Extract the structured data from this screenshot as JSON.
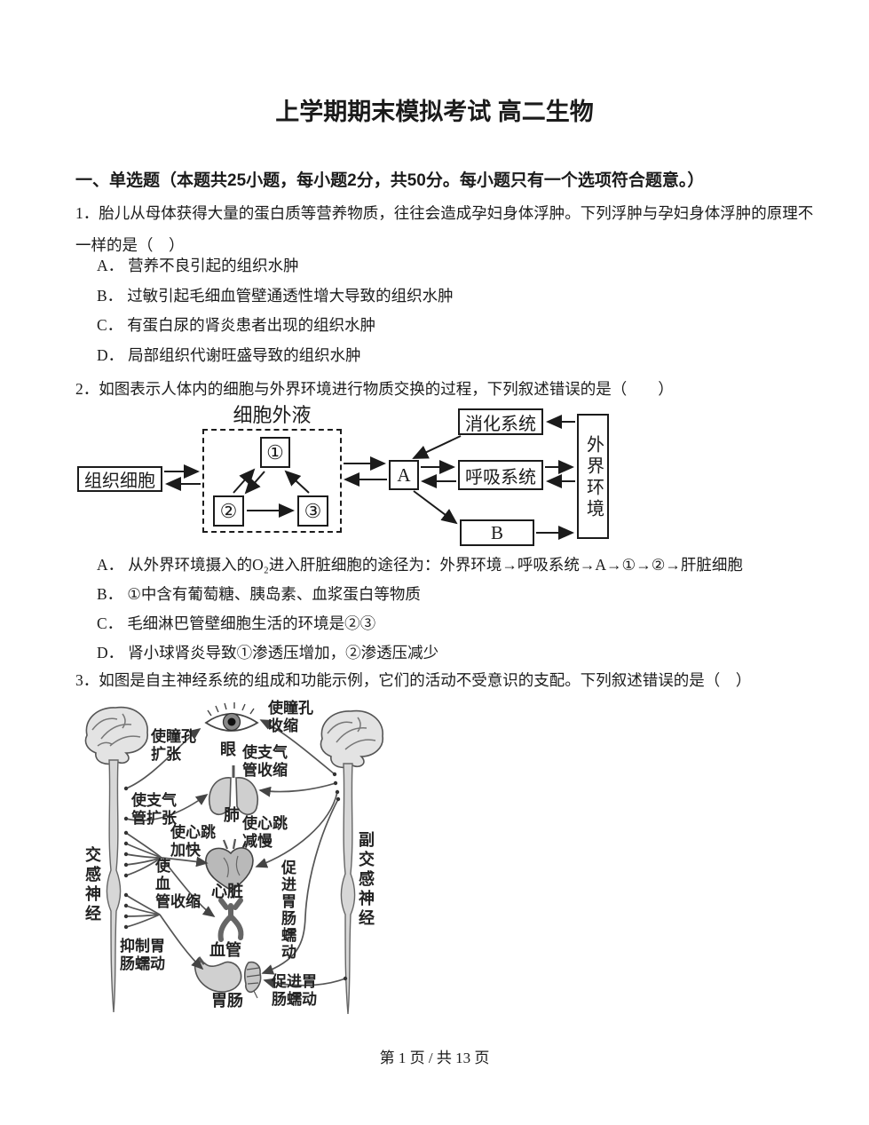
{
  "page": {
    "title": "上学期期末模拟考试 高二生物",
    "footer": "第 1 页 / 共 13 页"
  },
  "section1": {
    "heading": "一、单选题（本题共25小题，每小题2分，共50分。每小题只有一个选项符合题意。）"
  },
  "q1": {
    "stem_line1": "1．胎儿从母体获得大量的蛋白质等营养物质，往往会造成孕妇身体浮肿。下列浮肿与孕妇身体浮肿的原理不",
    "stem_line2": "一样的是（　）",
    "options": [
      {
        "label": "A．",
        "text": "营养不良引起的组织水肿"
      },
      {
        "label": "B．",
        "text": "过敏引起毛细血管壁通透性增大导致的组织水肿"
      },
      {
        "label": "C．",
        "text": "有蛋白尿的肾炎患者出现的组织水肿"
      },
      {
        "label": "D．",
        "text": "局部组织代谢旺盛导致的组织水肿"
      }
    ]
  },
  "q2": {
    "stem": "2．如图表示人体内的细胞与外界环境进行物质交换的过程，下列叙述错误的是（　　）",
    "diagram": {
      "extracellular_fluid": "细胞外液",
      "tissue_cells": "组织细胞",
      "node1": "①",
      "node2": "②",
      "node3": "③",
      "node_a": "A",
      "node_b": "B",
      "digestive_system": "消化系统",
      "respiratory_system": "呼吸系统",
      "external_environment": "外界环境"
    },
    "options": [
      {
        "label": "A．",
        "text": "从外界环境摄入的O₂进入肝脏细胞的途径为：外界环境→呼吸系统→A→①→②→肝脏细胞"
      },
      {
        "label": "B．",
        "text": "①中含有葡萄糖、胰岛素、血浆蛋白等物质"
      },
      {
        "label": "C．",
        "text": "毛细淋巴管壁细胞生活的环境是②③"
      },
      {
        "label": "D．",
        "text": "肾小球肾炎导致①渗透压增加，②渗透压减少"
      }
    ]
  },
  "q3": {
    "stem": "3．如图是自主神经系统的组成和功能示例，它们的活动不受意识的支配。下列叙述错误的是（　）",
    "diagram": {
      "sympathetic": "交感神经",
      "parasympathetic": "副交感神经",
      "organ_eye": "眼",
      "organ_lung": "肺",
      "organ_heart": "心脏",
      "organ_vessel": "血管",
      "organ_stomach": "胃肠",
      "dilate_pupil": "使瞳孔\n扩张",
      "constrict_pupil": "使瞳孔\n收缩",
      "constrict_bronchi": "使支气\n管收缩",
      "dilate_bronchi": "使支气\n管扩张",
      "speed_heartbeat": "使心跳\n加快",
      "slow_heartbeat": "使心跳\n减慢",
      "constrict_vessel": "使\n血\n管收缩",
      "inhibit_gi": "抑制胃\n肠蠕动",
      "promote_gi_right": "促进胃肠蠕动",
      "promote_gi_bottom": "促进胃\n肠蠕动"
    }
  }
}
